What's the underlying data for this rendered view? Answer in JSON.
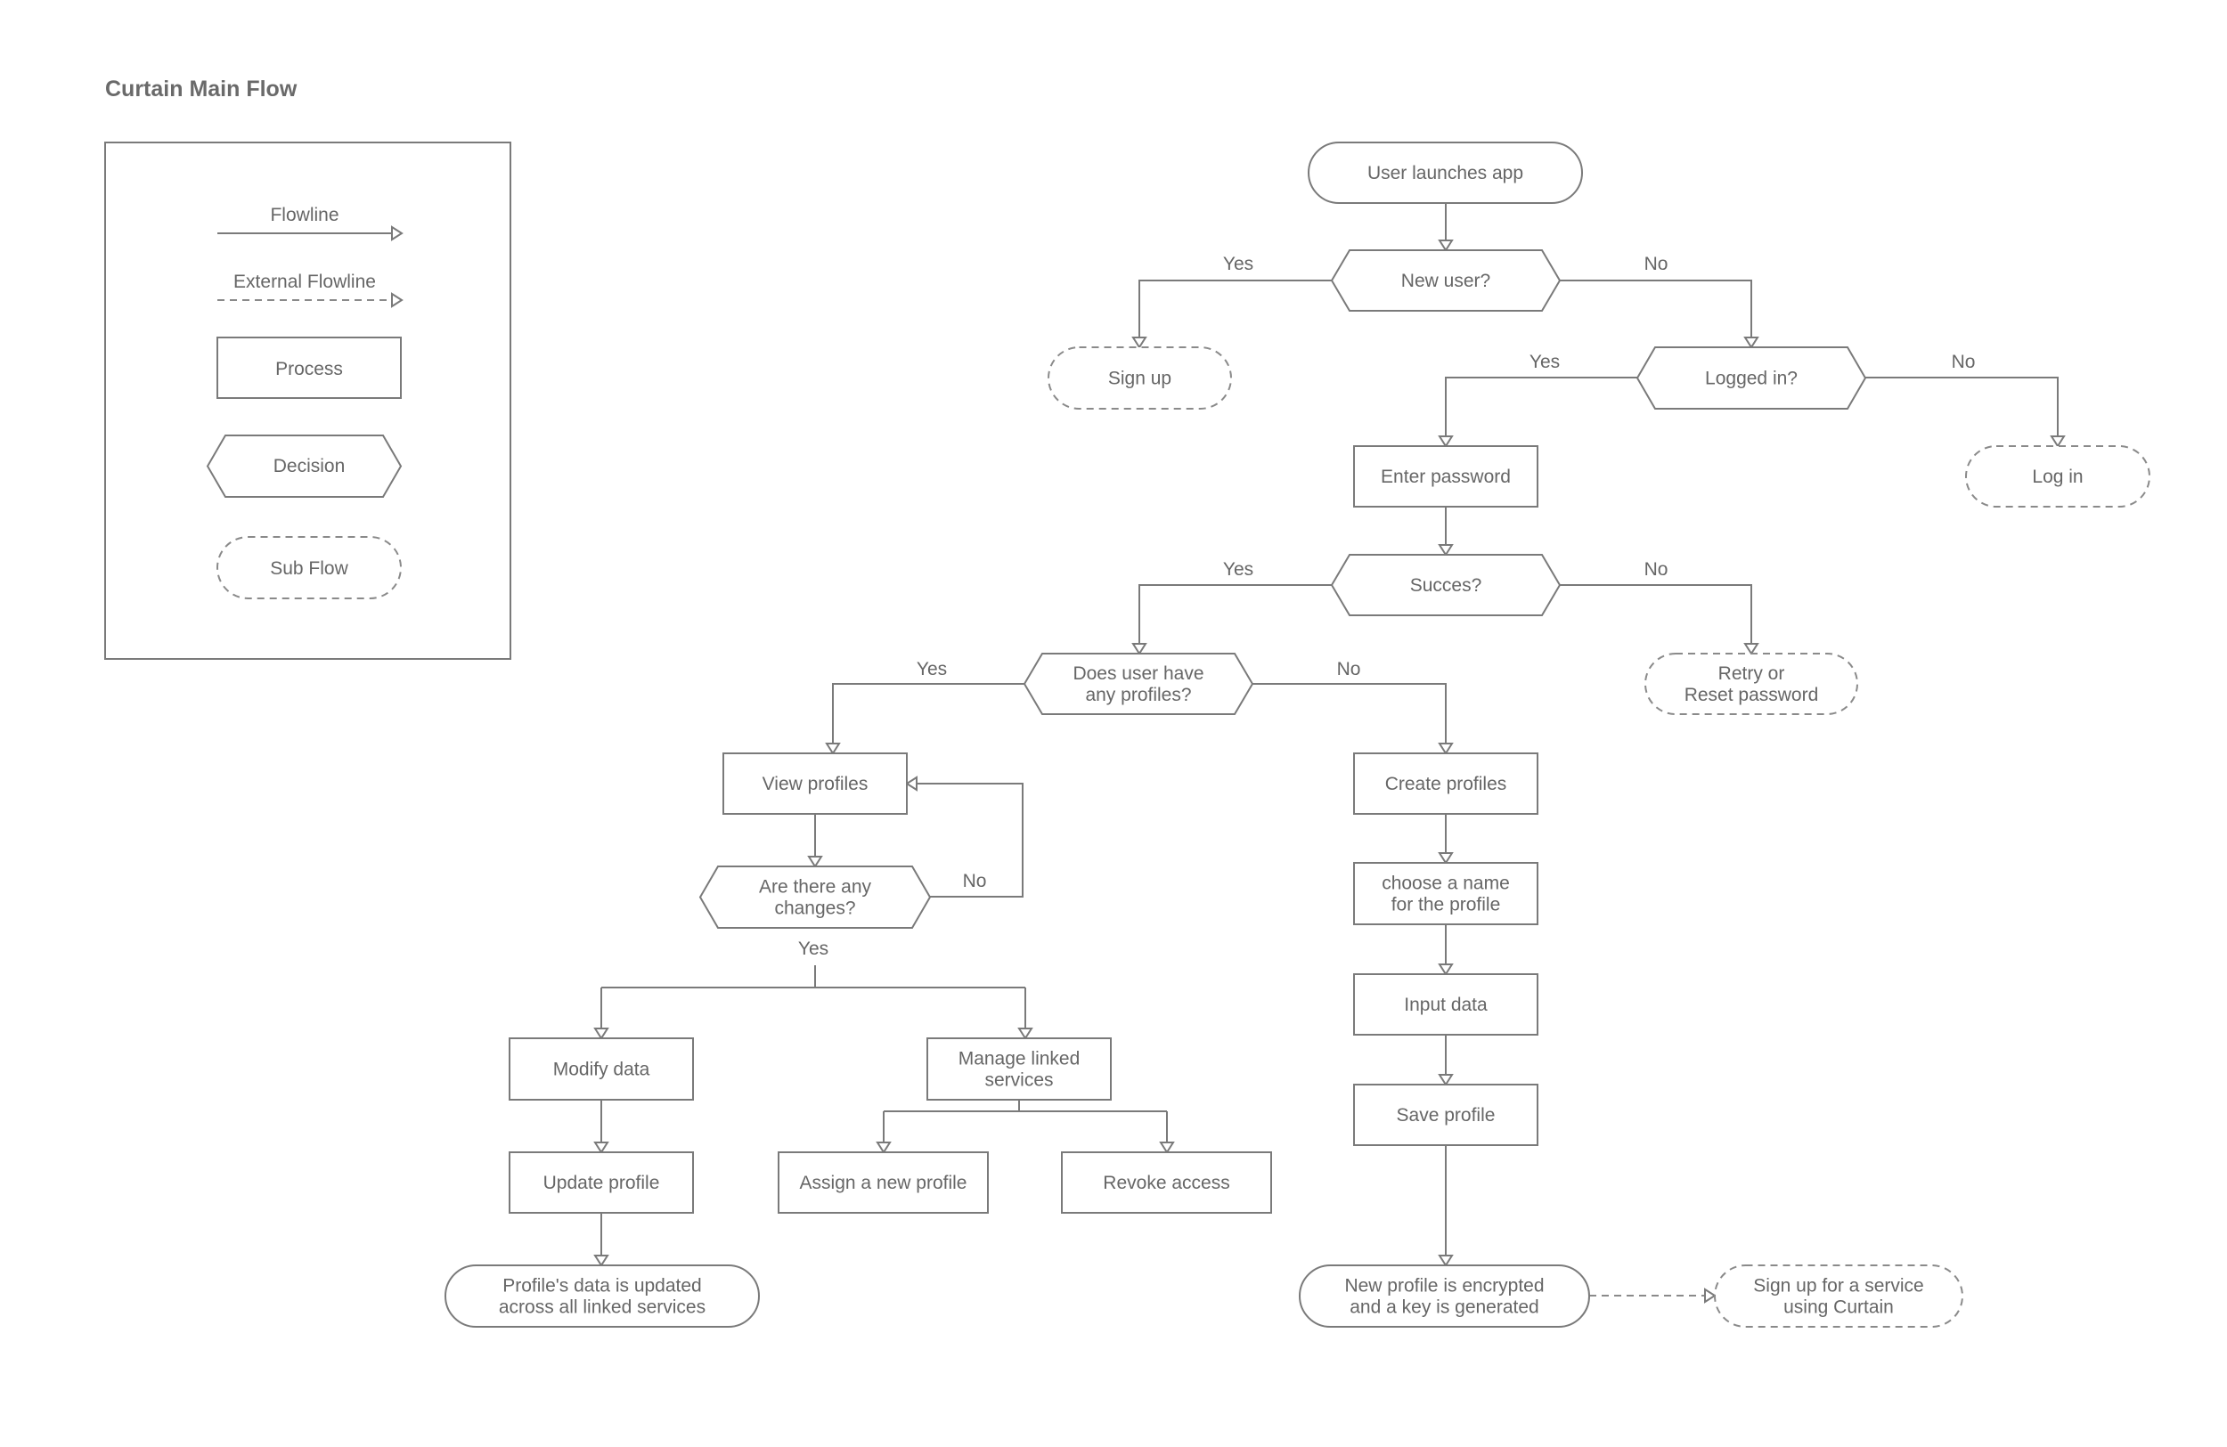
{
  "title": "Curtain Main Flow",
  "legend": {
    "flowline": "Flowline",
    "external_flowline": "External Flowline",
    "process": "Process",
    "decision": "Decision",
    "sub_flow": "Sub Flow"
  },
  "nodes": {
    "launch": [
      "User launches app"
    ],
    "new_user": [
      "New user?"
    ],
    "sign_up": [
      "Sign up"
    ],
    "logged_in": [
      "Logged in?"
    ],
    "enter_password": [
      "Enter password"
    ],
    "log_in": [
      "Log in"
    ],
    "success": [
      "Succes?"
    ],
    "has_profiles": [
      "Does user have",
      "any profiles?"
    ],
    "retry": [
      "Retry or",
      "Reset password"
    ],
    "view_profiles": [
      "View profiles"
    ],
    "create_profiles": [
      "Create profiles"
    ],
    "any_changes": [
      "Are there any",
      "changes?"
    ],
    "choose_name": [
      "choose a name",
      "for the profile"
    ],
    "input_data": [
      "Input data"
    ],
    "modify_data": [
      "Modify data"
    ],
    "manage_linked": [
      "Manage linked",
      "services"
    ],
    "save_profile": [
      "Save profile"
    ],
    "update_profile": [
      "Update profile"
    ],
    "assign_profile": [
      "Assign a new profile"
    ],
    "revoke_access": [
      "Revoke access"
    ],
    "profile_updated": [
      "Profile's data is updated",
      "across all linked services"
    ],
    "profile_encrypted": [
      "New profile is encrypted",
      "and a key is generated"
    ],
    "service_signup": [
      "Sign up for a service",
      "using Curtain"
    ]
  },
  "edge_labels": {
    "new_user_yes": "Yes",
    "new_user_no": "No",
    "logged_in_yes": "Yes",
    "logged_in_no": "No",
    "success_yes": "Yes",
    "success_no": "No",
    "profiles_yes": "Yes",
    "profiles_no": "No",
    "changes_no": "No",
    "changes_yes": "Yes"
  }
}
